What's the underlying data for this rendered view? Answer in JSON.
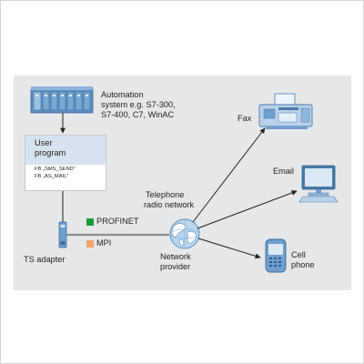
{
  "automation": {
    "line1": "Automation",
    "line2": "system e.g. S7-300,",
    "line3": "S7-400, C7, WinAC"
  },
  "user_program": {
    "title_line1": "User",
    "title_line2": "program",
    "fb1": "FB „SMS_SEND“",
    "fb2": "FB „AS_MAIL“"
  },
  "ts_adapter": "TS adapter",
  "legend": {
    "profinet": "PROFINET",
    "mpi": "MPI",
    "profinet_color": "#1a9a3a",
    "mpi_color": "#f4a46a"
  },
  "telephone": {
    "line1": "Telephone",
    "line2": "radio network"
  },
  "provider": {
    "line1": "Network",
    "line2": "provider"
  },
  "fax": "Fax",
  "email": "Email",
  "cell": {
    "line1": "Cell",
    "line2": "phone"
  },
  "icons": [
    "plc-rack-icon",
    "ts-adapter-icon",
    "globe-icon",
    "fax-machine-icon",
    "computer-monitor-icon",
    "cell-phone-icon"
  ]
}
